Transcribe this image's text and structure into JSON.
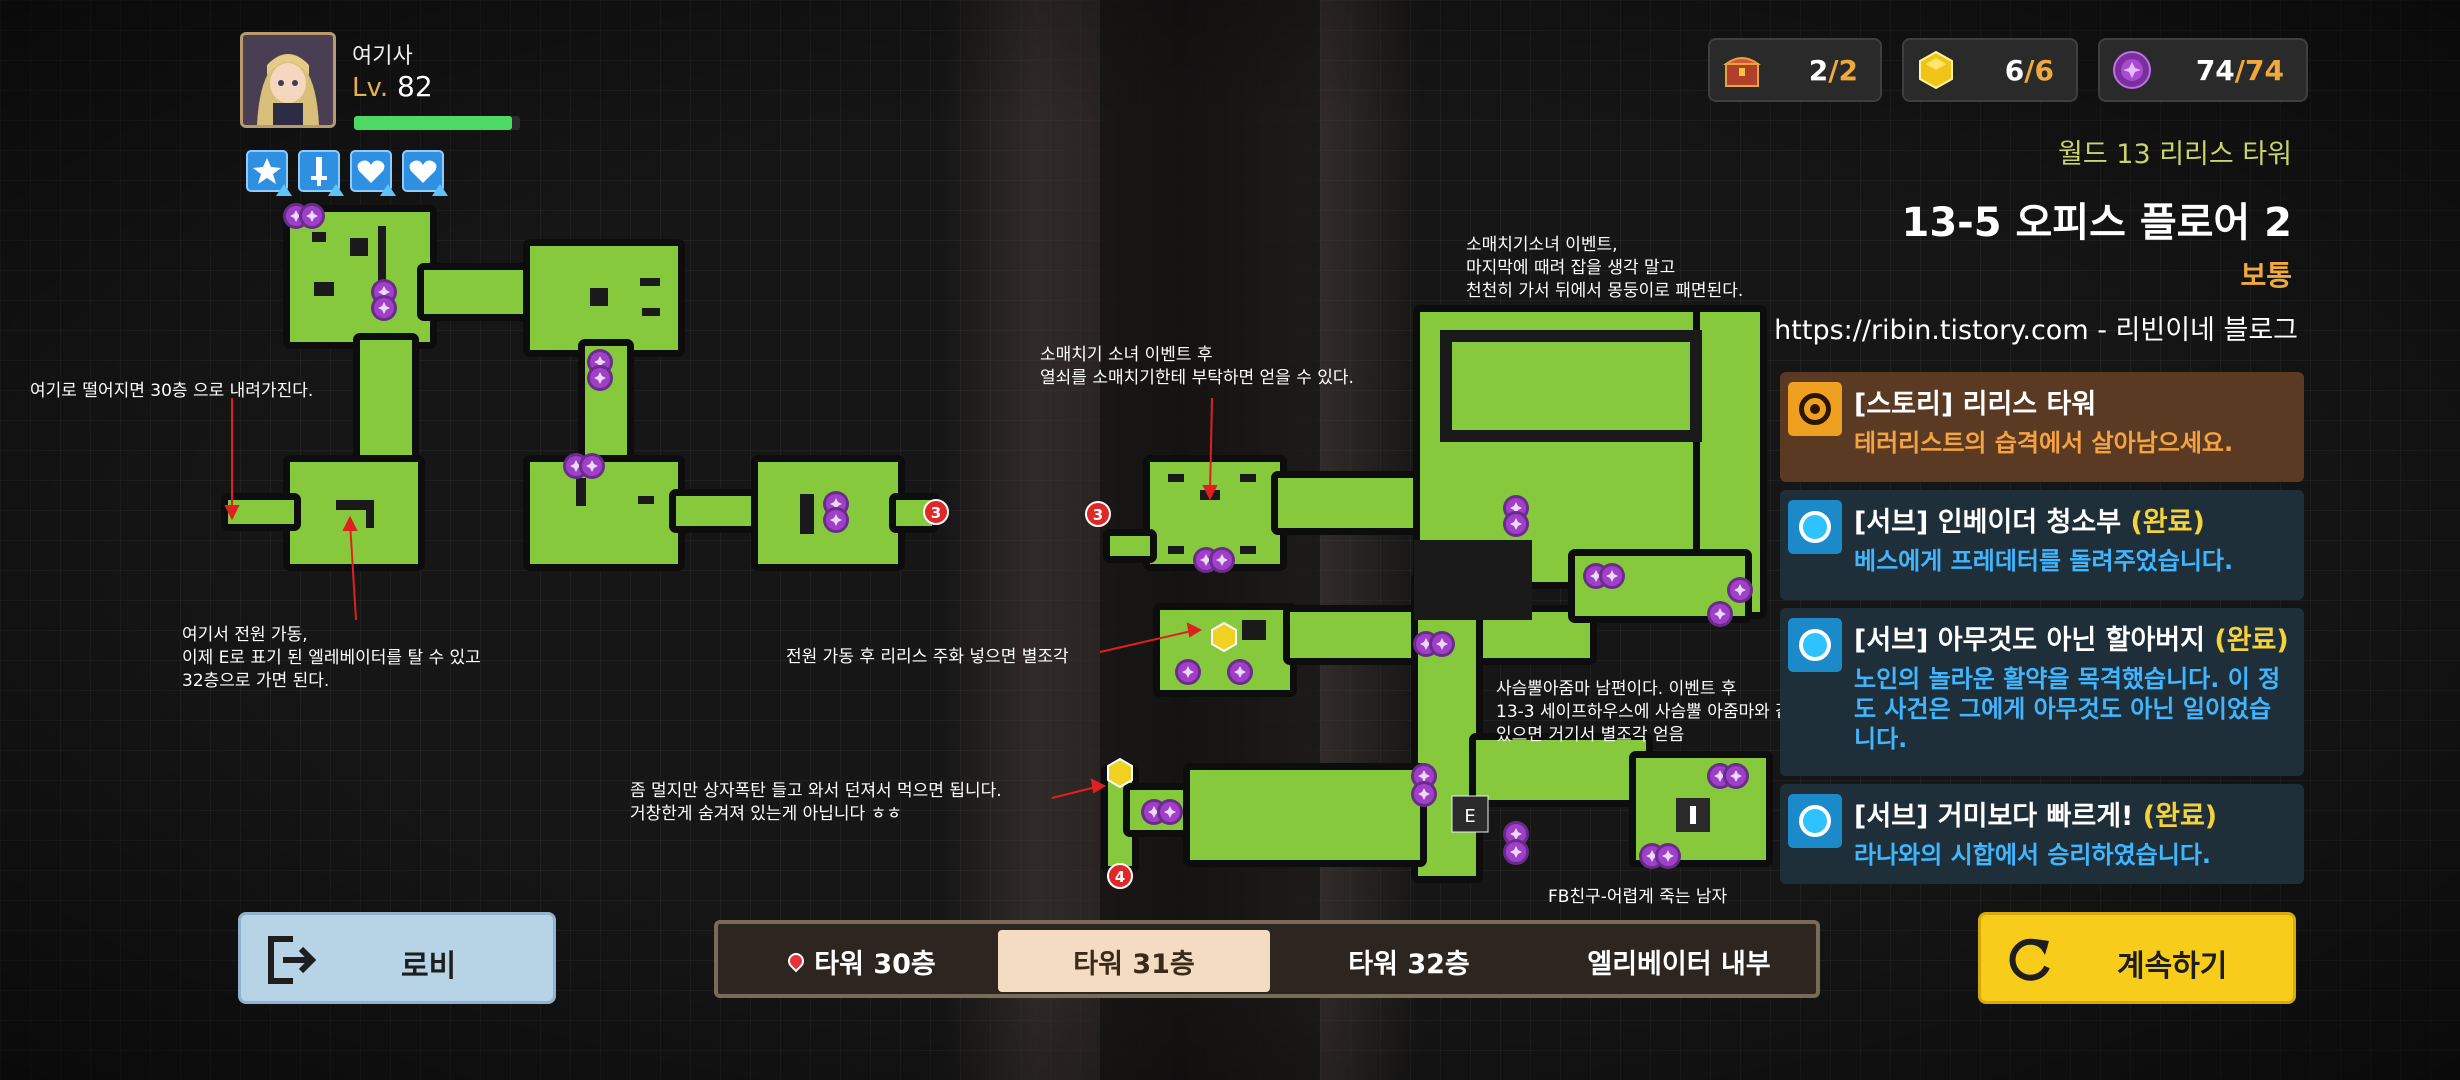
{
  "player": {
    "name": "여기사",
    "level_label": "Lv.",
    "level": "82",
    "hp_fraction": 0.95,
    "buff_icons": [
      "star-icon",
      "sword-icon",
      "heart-icon",
      "heart-icon"
    ]
  },
  "resources": [
    {
      "icon": "chest-icon",
      "current": "2",
      "max": "2"
    },
    {
      "icon": "gold-cube-icon",
      "current": "6",
      "max": "6"
    },
    {
      "icon": "purple-coin-icon",
      "current": "74",
      "max": "74"
    }
  ],
  "stage": {
    "world": "월드 13 리리스 타워",
    "name": "13-5 오피스 플로어 2",
    "difficulty": "보통",
    "blog": "https://ribin.tistory.com - 리빈이네 블로그"
  },
  "quests": [
    {
      "type": "story",
      "title": "[스토리] 리리스 타워",
      "status": "",
      "desc": "테러리스트의 습격에서 살아남으세요."
    },
    {
      "type": "sub",
      "title": "[서브] 인베이더 청소부",
      "status": "(완료)",
      "desc": "베스에게 프레데터를 돌려주었습니다."
    },
    {
      "type": "sub",
      "title": "[서브] 아무것도 아닌 할아버지",
      "status": "(완료)",
      "desc": "노인의 놀라운 활약을 목격했습니다. 이 정도 사건은 그에게 아무것도 아닌 일이었습니다."
    },
    {
      "type": "sub",
      "title": "[서브] 거미보다 빠르게!",
      "status": "(완료)",
      "desc": "라나와의 시합에서 승리하였습니다."
    }
  ],
  "floors": {
    "tabs": [
      "타워 30층",
      "타워 31층",
      "타워 32층",
      "엘리베이터 내부"
    ],
    "current": "타워 30층",
    "selected": "타워 31층"
  },
  "buttons": {
    "lobby": "로비",
    "continue": "계속하기"
  },
  "map": {
    "markers": {
      "portal_num_a": "3",
      "portal_num_b": "3",
      "portal_num_c": "4",
      "elevator": "E"
    }
  },
  "annotations": {
    "fall": "여기로 떨어지면 30층 으로 내려가진다.",
    "power": "여기서 전원 가동,\n이제 E로 표기 된 엘레베이터를 탈 수 있고\n32층으로 가면 된다.",
    "girl_key": "소매치기 소녀 이벤트 후\n열쇠를 소매치기한테 부탁하면 얻을 수 있다.",
    "girl_event": "소매치기소녀 이벤트,\n마지막에 때려 잡을 생각 말고\n천천히 가서 뒤에서 몽둥이로 패면된다.",
    "lilith": "전원 가동 후 리리스 주화 넣으면 별조각",
    "bomb": "좀 멀지만 상자폭탄 들고 와서 던져서 먹으면 됩니다.\n거창한게 숨겨져 있는게 아닙니다 ㅎㅎ",
    "husband": "사슴뿔아줌마 남편이다. 이벤트 후\n13-3 세이프하우스에 사슴뿔 아줌마와 같이\n있으면 거기서 별조각 얻음",
    "fb": "FB친구-어렵게 죽는 남자"
  }
}
